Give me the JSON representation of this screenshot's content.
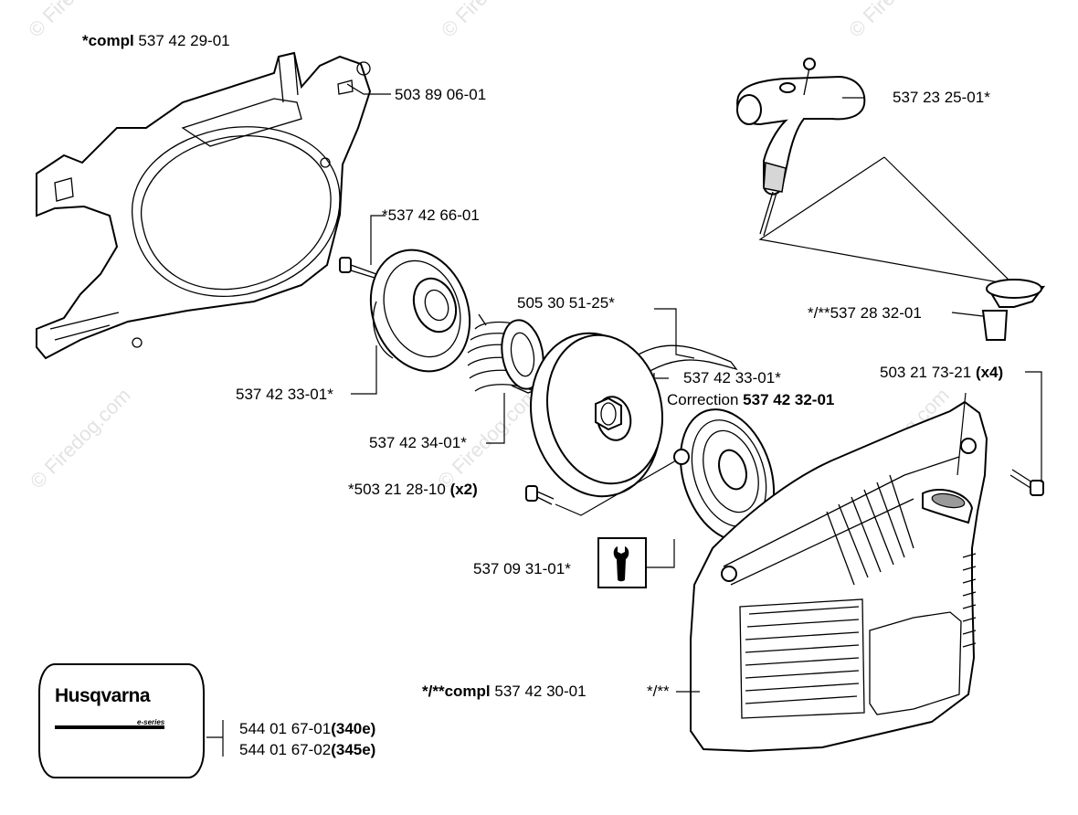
{
  "watermark": {
    "text": "© Firedog.com"
  },
  "labels": {
    "cylinder_cover_compl_prefix": "*compl",
    "cylinder_cover_compl_num": "537 42 29-01",
    "starter_guard": "503 89 06-01",
    "handle": "537 23 25-01*",
    "screw_top": "*537 42 66-01",
    "rope": "505 30 51-25*",
    "rope_guide": "*/**537 28 32-01",
    "screws_x4_num": "503 21 73-21",
    "screws_x4_qty": "(x4)",
    "pulley_left": "537 42 33-01*",
    "pulley_right": "537 42 33-01*",
    "correction_prefix": "Correction",
    "correction_num": "537 42 32-01",
    "spring": "537 42 34-01*",
    "screws_x2_num": "*503 21 28-10",
    "screws_x2_qty": "(x2)",
    "spring_cassette": "537 09 31-01*",
    "starter_compl_prefix": "*/**compl",
    "starter_compl_num": "537 42 30-01",
    "starter_housing": "*/**",
    "decal_1_num": "544 01 67-01",
    "decal_1_model": "(340e)",
    "decal_2_num": "544 01 67-02",
    "decal_2_model": "(345e)"
  },
  "decal": {
    "brand": "Husqvarna",
    "series": "e-series"
  },
  "icons": {
    "tool": "wrench-icon"
  }
}
